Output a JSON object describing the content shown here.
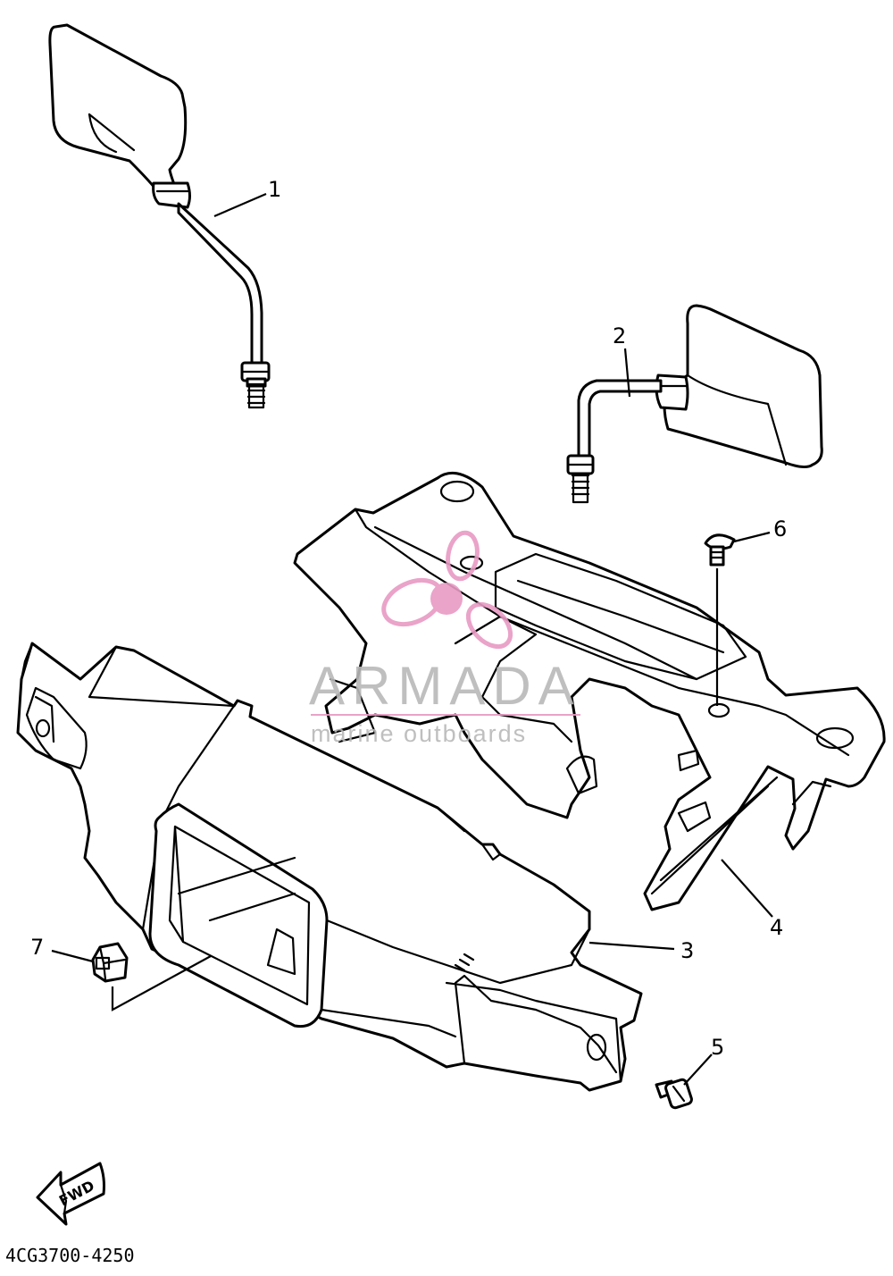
{
  "diagram": {
    "callouts": {
      "c1": "1",
      "c2": "2",
      "c3": "3",
      "c4": "4",
      "c5": "5",
      "c6": "6",
      "c7": "7"
    },
    "direction_label": "FWD",
    "part_code": "4CG3700-4250"
  },
  "watermark": {
    "brand": "ARMADA",
    "tagline": "marine outboards",
    "color": "#b9b9b9",
    "logo_color": "#e89ac4"
  }
}
